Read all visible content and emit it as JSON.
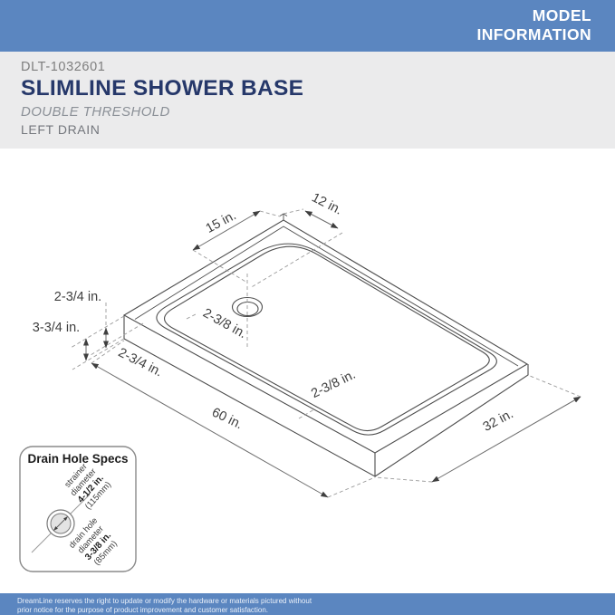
{
  "header": {
    "line1": "MODEL",
    "line2": "INFORMATION"
  },
  "title_block": {
    "model_number": "DLT-1032601",
    "product_name": "SLIMLINE SHOWER BASE",
    "threshold_type": "DOUBLE THRESHOLD",
    "drain_position": "LEFT DRAIN"
  },
  "diagram": {
    "dim_back_left": "15 in.",
    "dim_back_right": "12 in.",
    "dim_left_threshold": "2-3/4 in.",
    "dim_height": "3-3/4 in.",
    "dim_front_threshold": "2-3/4 in.",
    "dim_drain_back": "2-3/8 in.",
    "dim_drain_side": "2-3/8 in.",
    "dim_length": "60 in.",
    "dim_width": "32 in."
  },
  "specs_box": {
    "title": "Drain Hole Specs",
    "strainer": {
      "lines": [
        "strainer",
        "diameter",
        "4-1/2 in.",
        "(115mm)"
      ]
    },
    "drain_hole": {
      "lines": [
        "drain hole",
        "diameter",
        "3-3/8 in.",
        "(85mm)"
      ]
    }
  },
  "footer": {
    "line1": "DreamLine reserves the right to update or modify the hardware or materials pictured without",
    "line2": "prior notice for the purpose of product improvement and customer satisfaction."
  },
  "colors": {
    "accent_blue": "#5b86c0",
    "navy": "#26386a",
    "section_gray": "#ebebec",
    "line_gray": "#4d4d4d"
  }
}
